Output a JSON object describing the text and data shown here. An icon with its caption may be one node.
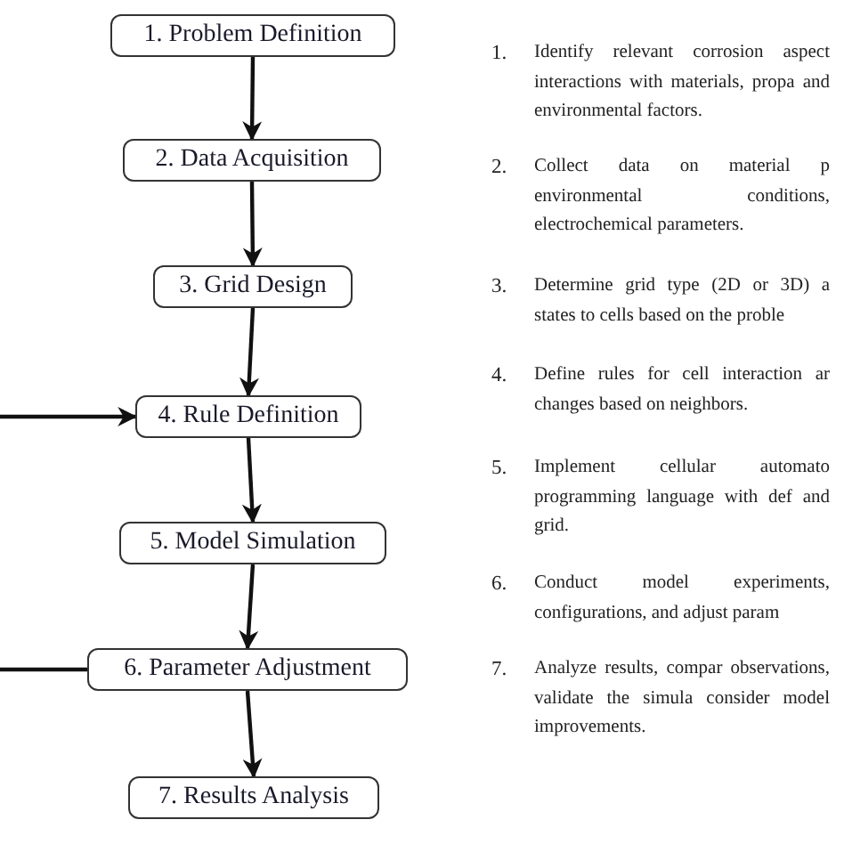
{
  "diagram": {
    "nodes": [
      {
        "text": [
          "1. Problem Definition"
        ]
      },
      {
        "text": [
          "2. Data Acquisition"
        ]
      },
      {
        "text": [
          "3. Grid Design"
        ]
      },
      {
        "text": [
          "4. Rule Definition"
        ]
      },
      {
        "text": [
          "5. Model Simulation"
        ]
      },
      {
        "text": [
          "6. Parameter Adjustment"
        ]
      },
      {
        "text": [
          "7. Results Analysis"
        ]
      }
    ],
    "edges": [
      {
        "from": 0,
        "to": 1,
        "arrow": "to"
      },
      {
        "from": 1,
        "to": 2,
        "arrow": "to"
      },
      {
        "from": 2,
        "to": 3,
        "arrow": "to"
      },
      {
        "from": 3,
        "to": 4,
        "arrow": "to"
      },
      {
        "from": 4,
        "to": 5,
        "arrow": "to"
      },
      {
        "from": 5,
        "to": 6,
        "arrow": "to"
      },
      {
        "from": 5,
        "to": null,
        "arrow": "none"
      },
      {
        "from": null,
        "to": 3,
        "arrow": "to"
      }
    ],
    "labels": [
      "1.",
      "Identify relevant corrosion aspect interactions with materials, propa and environmental factors.",
      "2.",
      "Collect data on material p environmental conditions, electrochemical parameters.",
      "3.",
      "Determine grid type (2D or 3D) a states to cells based on the proble",
      "4.",
      "Define rules for cell interaction ar changes based on neighbors.",
      "5.",
      "Implement cellular automato programming language with def and grid.",
      "6.",
      "Conduct model experiments, configurations, and adjust param",
      "7.",
      "Analyze results, compar observations, validate the simula consider model improvements."
    ]
  }
}
